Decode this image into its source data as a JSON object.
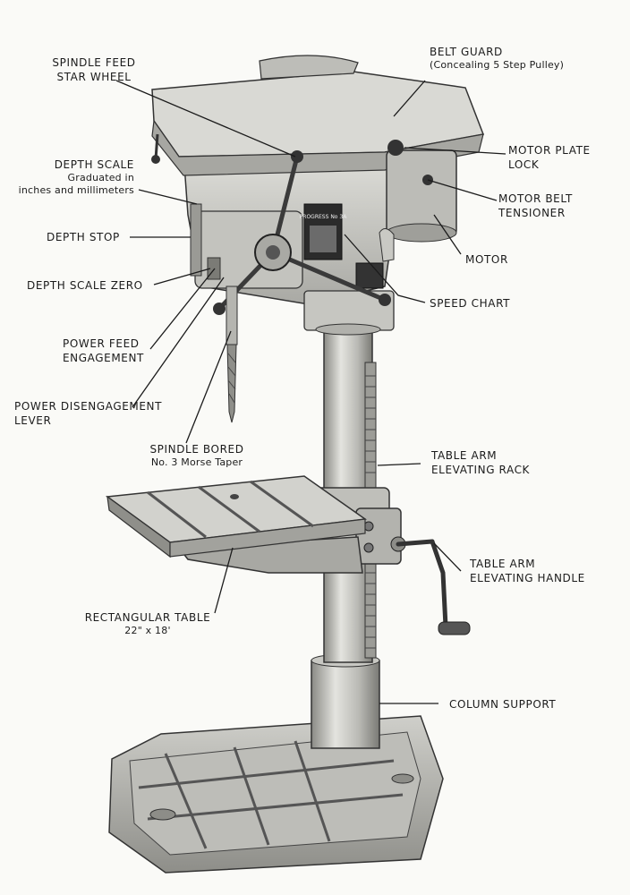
{
  "labels": {
    "spindle_feed_star_wheel": {
      "line1": "SPINDLE FEED",
      "line2": "STAR WHEEL"
    },
    "belt_guard": {
      "line1": "BELT GUARD",
      "sub": "(Concealing 5 Step Pulley)"
    },
    "motor_plate_lock": {
      "line1": "MOTOR PLATE",
      "line2": "LOCK"
    },
    "depth_scale": {
      "line1": "DEPTH SCALE",
      "sub1": "Graduated in",
      "sub2": "inches and millimeters"
    },
    "motor_belt_tensioner": {
      "line1": "MOTOR BELT",
      "line2": "TENSIONER"
    },
    "depth_stop": {
      "line1": "DEPTH STOP"
    },
    "motor": {
      "line1": "MOTOR"
    },
    "depth_scale_zero": {
      "line1": "DEPTH SCALE ZERO"
    },
    "speed_chart": {
      "line1": "SPEED CHART"
    },
    "power_feed_engagement": {
      "line1": "POWER FEED",
      "line2": "ENGAGEMENT"
    },
    "power_disengagement_lever": {
      "line1": "POWER DISENGAGEMENT",
      "line2": "LEVER"
    },
    "spindle_bored": {
      "line1": "SPINDLE BORED",
      "sub": "No. 3 Morse Taper"
    },
    "table_arm_elevating_rack": {
      "line1": "TABLE ARM",
      "line2": "ELEVATING RACK"
    },
    "table_arm_elevating_handle": {
      "line1": "TABLE ARM",
      "line2": "ELEVATING HANDLE"
    },
    "rectangular_table": {
      "line1": "RECTANGULAR TABLE",
      "sub": "22\" x 18'"
    },
    "column_support": {
      "line1": "COLUMN SUPPORT"
    }
  },
  "nameplate": {
    "text": "PROGRESS No 3A"
  },
  "colors": {
    "ink": "#1b1b1b",
    "metal_light": "#d6d6d2",
    "metal_mid": "#b4b4af",
    "metal_dark": "#7d7d78",
    "paper": "#fafaf7"
  }
}
